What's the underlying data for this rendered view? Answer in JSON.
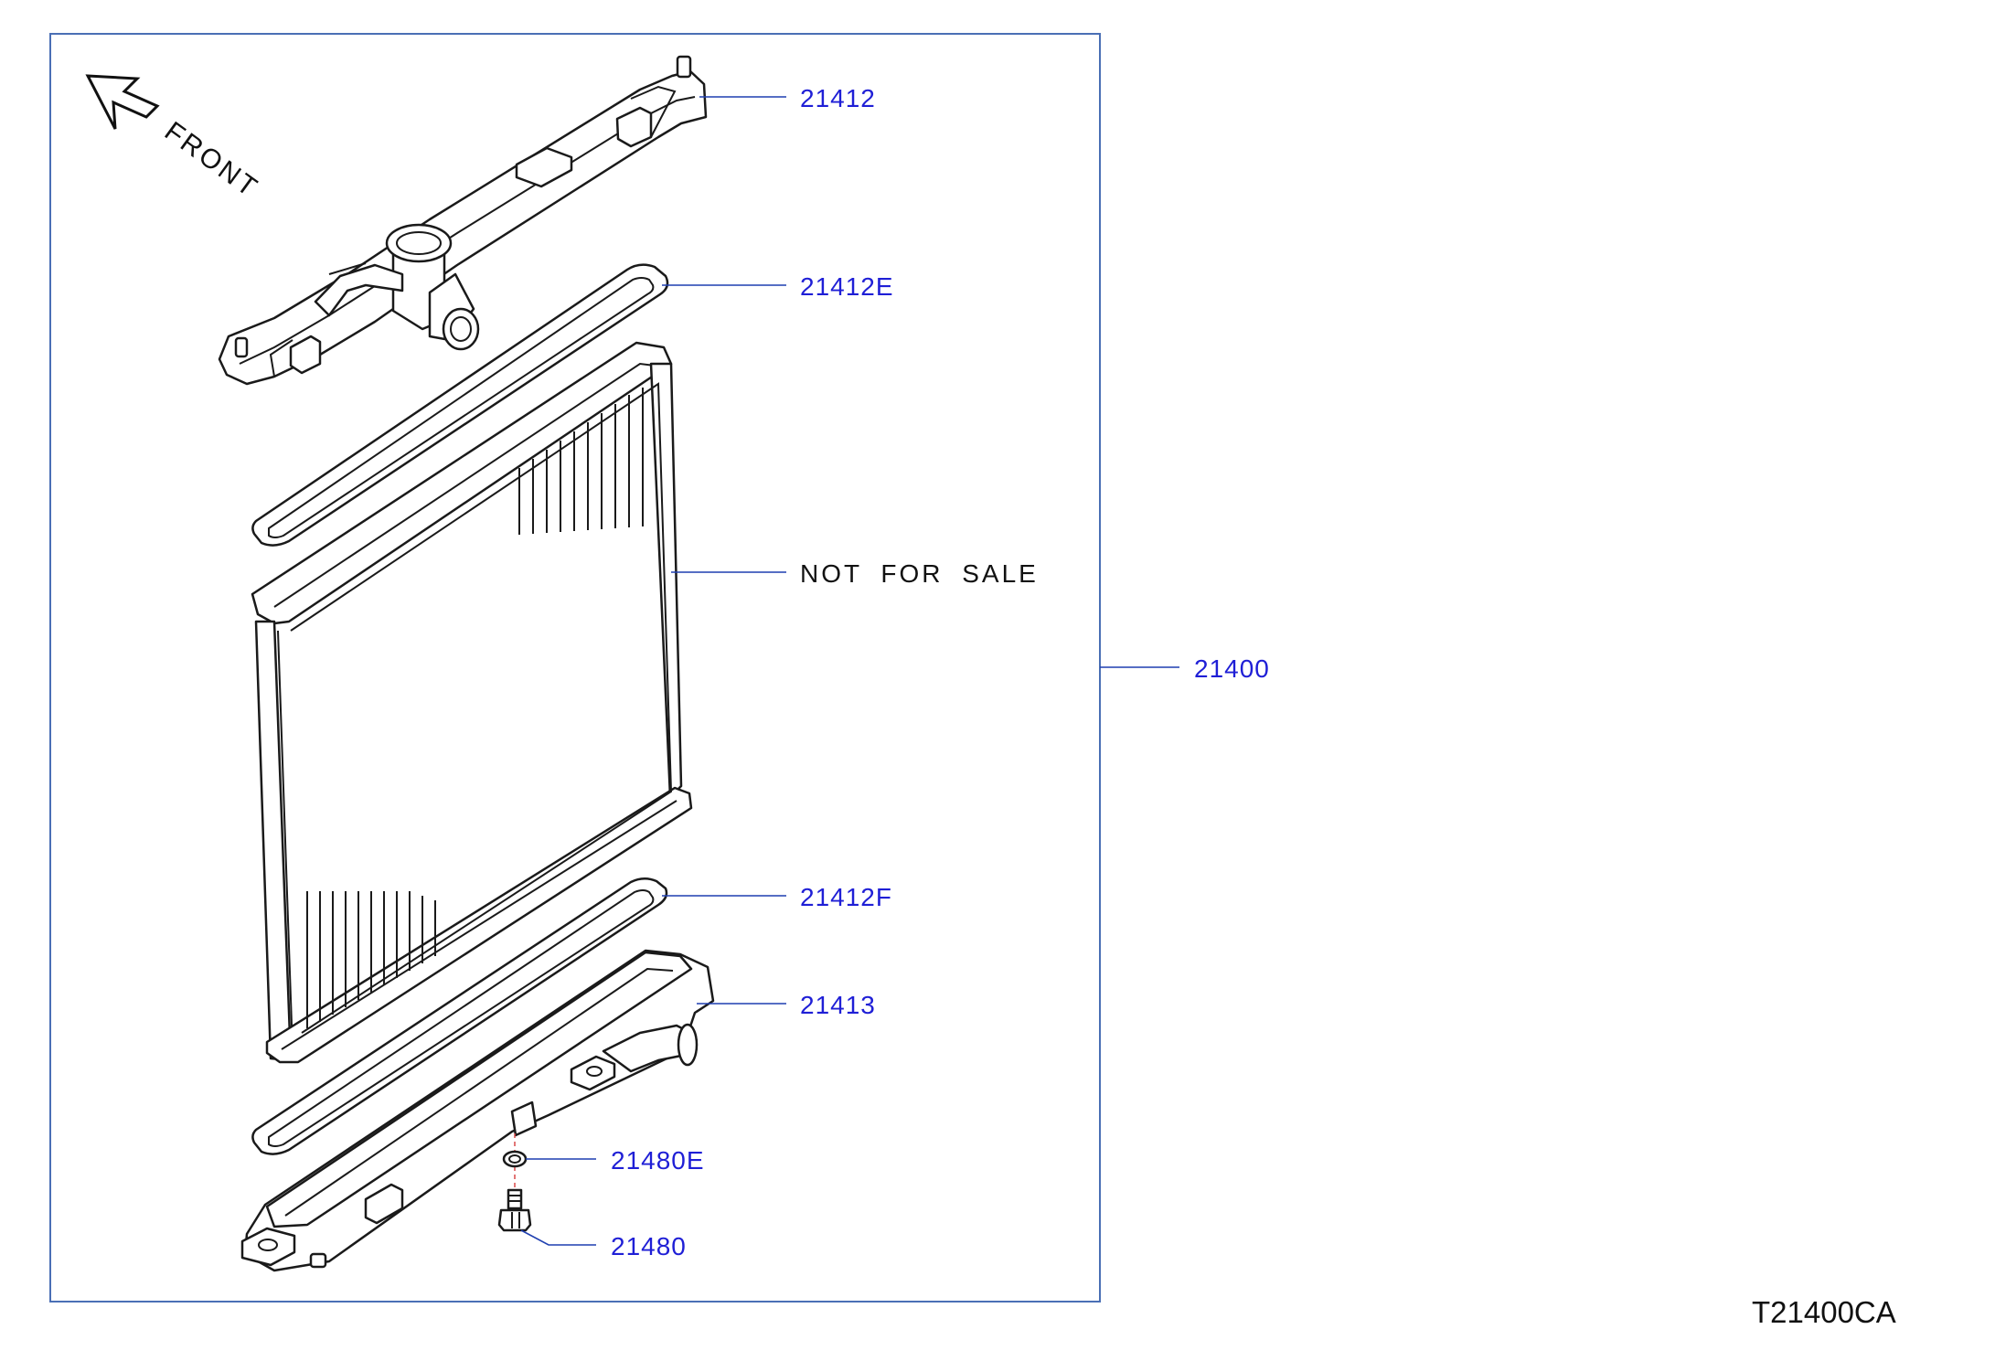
{
  "diagram": {
    "orientation_label": "FRONT",
    "callouts": {
      "upper_tank": "21412",
      "upper_gasket": "21412E",
      "core": "NOT FOR SALE",
      "assembly": "21400",
      "lower_gasket": "21412F",
      "lower_tank": "21413",
      "drain_seal": "21480E",
      "drain_plug": "21480"
    },
    "diagram_code": "T21400CA"
  },
  "colors": {
    "frame": "#4a6fb5",
    "callout_text": "#1f1fd6",
    "leader": "#1f3fb0",
    "linework": "#1a1a1a"
  }
}
